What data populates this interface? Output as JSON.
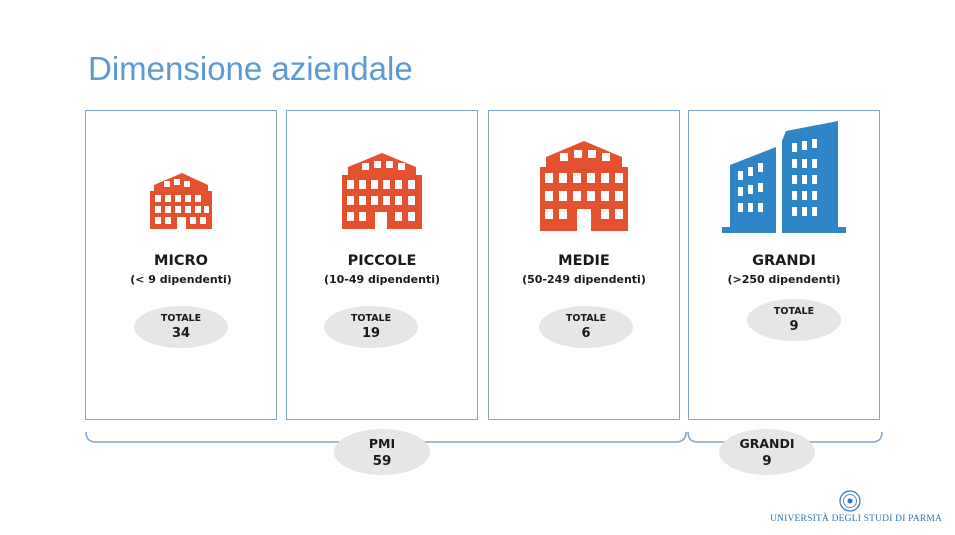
{
  "title": "Dimensione aziendale",
  "colors": {
    "accent": "#5b9bd5",
    "building_small": "#e4512f",
    "building_large": "#2e86c8",
    "border": "#7fa6c8",
    "pill": "#e6e6e6"
  },
  "categories": [
    {
      "name": "MICRO",
      "range": "(< 9 dipendenti)",
      "total_label": "TOTALE",
      "total": "34",
      "icon": "small-building-icon"
    },
    {
      "name": "PICCOLE",
      "range": "(10-49 dipendenti)",
      "total_label": "TOTALE",
      "total": "19",
      "icon": "medium-building-icon"
    },
    {
      "name": "MEDIE",
      "range": "(50-249 dipendenti)",
      "total_label": "TOTALE",
      "total": "6",
      "icon": "large-building-icon"
    },
    {
      "name": "GRANDI",
      "range": "(>250 dipendenti)",
      "total_label": "TOTALE",
      "total": "9",
      "icon": "skyscraper-icon"
    }
  ],
  "groups": [
    {
      "name": "PMI",
      "value": "59"
    },
    {
      "name": "GRANDI",
      "value": "9"
    }
  ],
  "footer": {
    "university": "UNIVERSITÀ DEGLI STUDI DI PARMA",
    "seal_icon": "university-seal-icon"
  }
}
